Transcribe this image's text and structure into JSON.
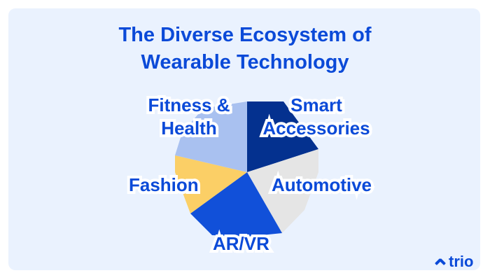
{
  "title": {
    "line1": "The Diverse Ecosystem of",
    "line2": "Wearable Technology"
  },
  "segments": [
    {
      "label_lines": [
        "Smart",
        "Accessories"
      ],
      "color": "#04318f"
    },
    {
      "label_lines": [
        "Automotive"
      ],
      "color": "#e5e5e5"
    },
    {
      "label_lines": [
        "AR/VR"
      ],
      "color": "#1150d9"
    },
    {
      "label_lines": [
        "Fashion"
      ],
      "color": "#fbcf66"
    },
    {
      "label_lines": [
        "Fitness &",
        "Health"
      ],
      "color": "#a9c1f0"
    }
  ],
  "logo": {
    "text": "trio",
    "icon": "trio-logo-icon"
  },
  "colors": {
    "background": "#eaf2fe",
    "accent": "#0b4ad8"
  }
}
